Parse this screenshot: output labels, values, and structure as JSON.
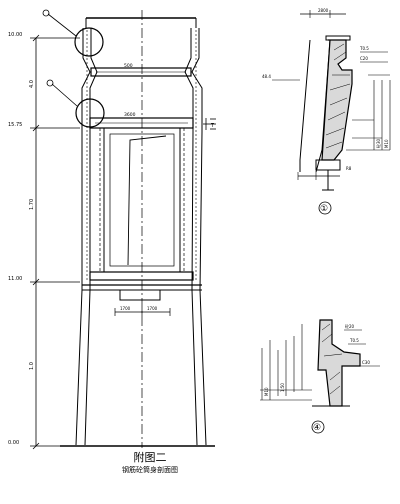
{
  "elevation": {
    "left_levels": [
      "10.00",
      "15.75",
      "11.00",
      "0.00"
    ],
    "left_dims": [
      "4.0",
      "1.70",
      "1.0"
    ],
    "center_labels": [
      "500",
      "3600"
    ],
    "bottom_dims": [
      "1700",
      "1700"
    ],
    "right_mark": "T"
  },
  "detail_a": {
    "number": "①",
    "labels": [
      "2800",
      "T0.5",
      "C20",
      "48.4",
      "砼30",
      "M10",
      "R8"
    ]
  },
  "detail_b": {
    "number": "④",
    "labels": [
      "砼20",
      "T0.5",
      "C30",
      "M10",
      "1:50"
    ]
  },
  "caption": {
    "title": "附图二",
    "subtitle": "钢筋砼筒身剖面图"
  }
}
